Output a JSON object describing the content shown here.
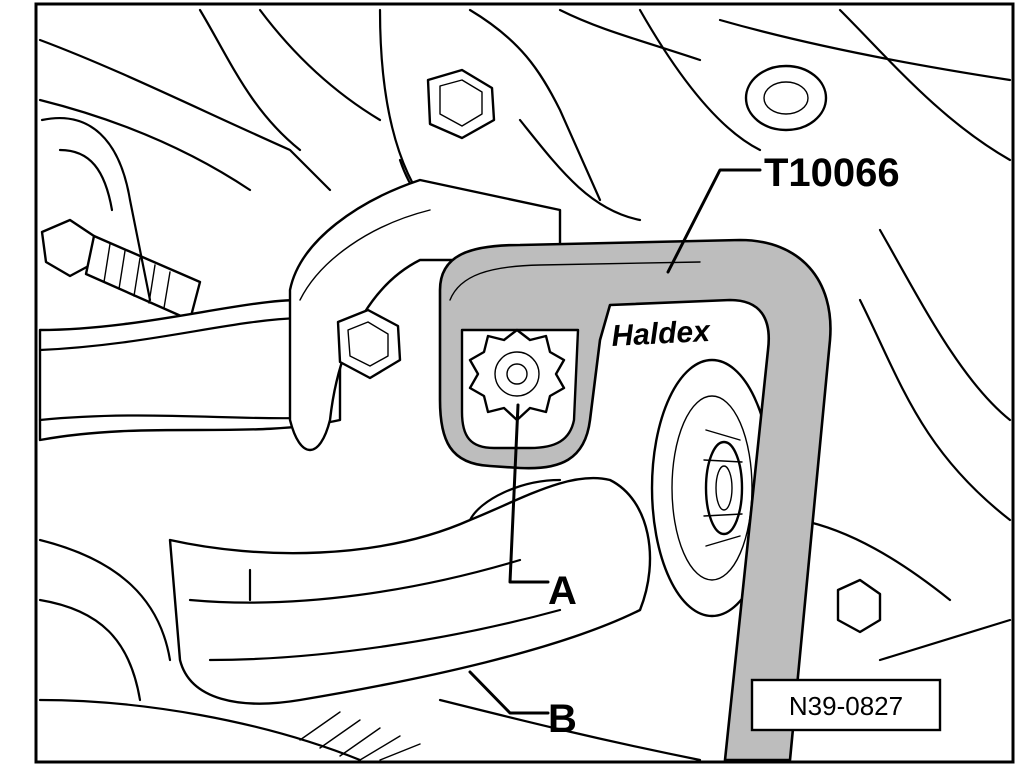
{
  "labels": {
    "tool": "T10066",
    "part_a": "A",
    "part_b": "B",
    "brand_text": "Haldex",
    "figure_ref": "N39-0827"
  },
  "colors": {
    "line": "#000000",
    "background": "#ffffff",
    "tool_fill": "#bdbdbd"
  }
}
